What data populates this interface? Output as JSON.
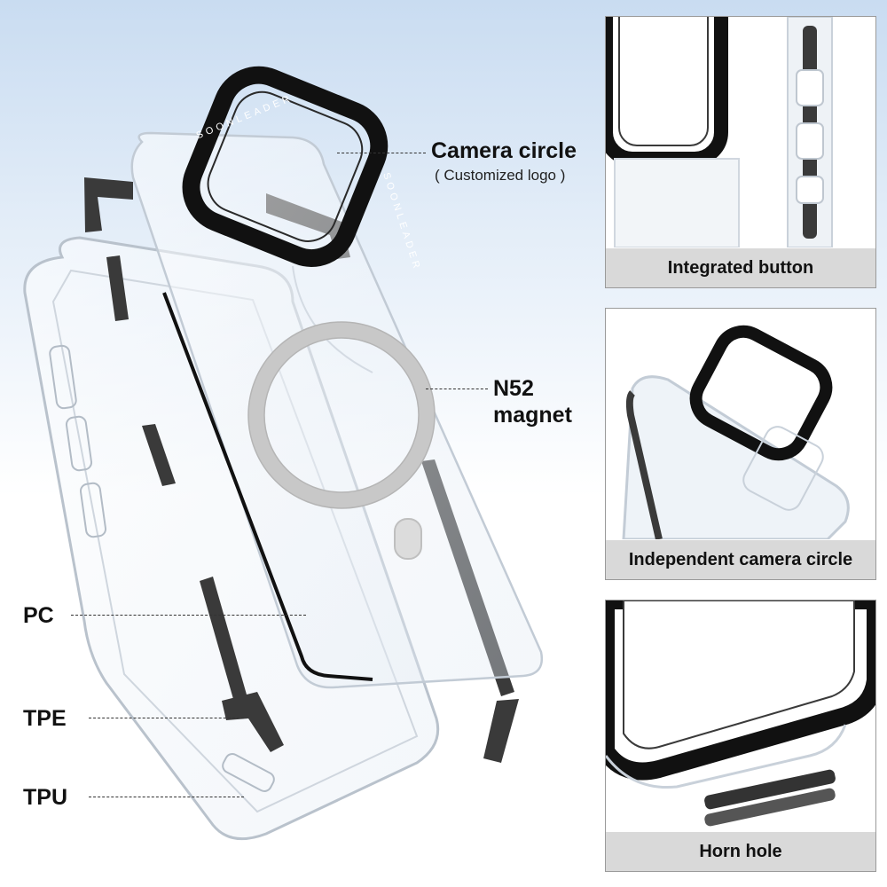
{
  "callouts": {
    "camera_circle": {
      "title": "Camera circle",
      "subtitle": "( Customized logo )"
    },
    "magnet": {
      "line1": "N52",
      "line2": "magnet"
    },
    "pc": "PC",
    "tpe": "TPE",
    "tpu": "TPU"
  },
  "brand_text": "SOONLEADER",
  "panels": [
    {
      "caption": "Integrated button"
    },
    {
      "caption": "Independent camera circle"
    },
    {
      "caption": "Horn hole"
    }
  ],
  "colors": {
    "background_top": "#c9dcf1",
    "caption_bg": "#d9d9d9",
    "ring_black": "#111111",
    "tpe_gray": "#3a3a3a",
    "magnet_silver": "#c8c8c8"
  }
}
